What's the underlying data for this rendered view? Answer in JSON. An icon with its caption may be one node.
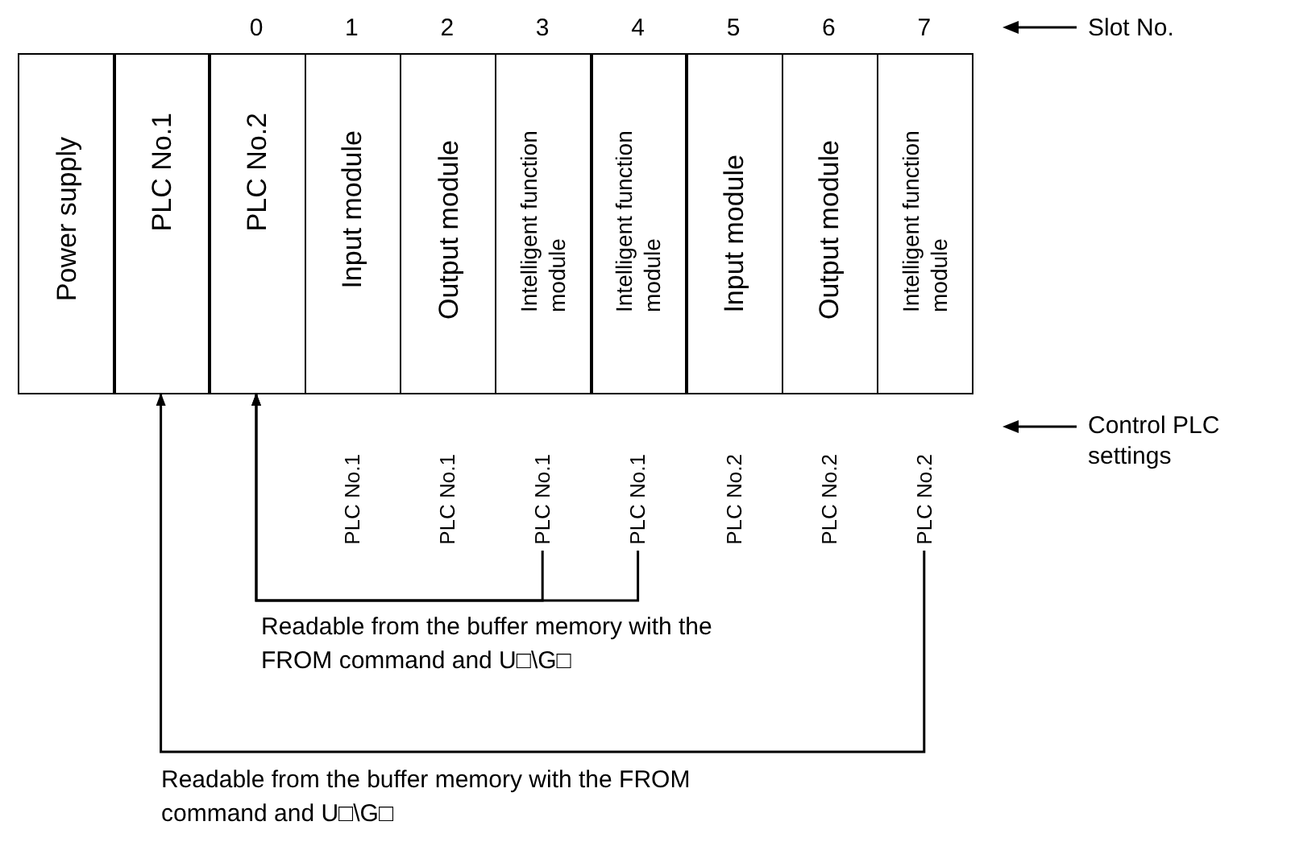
{
  "diagram": {
    "nodes": [
      {
        "text": [
          "Power supply"
        ]
      },
      {
        "text": [
          "PLC No.1"
        ]
      },
      {
        "text": [
          "PLC No.2"
        ],
        "beside": [
          "0"
        ]
      },
      {
        "text": [
          "Input module"
        ],
        "beside": [
          "1"
        ]
      },
      {
        "text": [
          "Output module"
        ],
        "beside": [
          "2"
        ]
      },
      {
        "text": [
          "Intelligent function module"
        ],
        "beside": [
          "3"
        ]
      },
      {
        "text": [
          "Intelligent function module"
        ],
        "beside": [
          "4"
        ]
      },
      {
        "text": [
          "Input module"
        ],
        "beside": [
          "5"
        ]
      },
      {
        "text": [
          "Output module"
        ],
        "beside": [
          "6"
        ]
      },
      {
        "text": [
          "Intelligent function module"
        ],
        "beside": [
          "7"
        ]
      },
      {
        "text": [
          "PLC No.1"
        ]
      },
      {
        "text": [
          "PLC No.1"
        ]
      },
      {
        "text": [
          "PLC No.1"
        ]
      },
      {
        "text": [
          "PLC No.1"
        ]
      },
      {
        "text": [
          "PLC No.2"
        ]
      },
      {
        "text": [
          "PLC No.2"
        ]
      },
      {
        "text": [
          "PLC No.2"
        ]
      }
    ],
    "edges": [
      {
        "from": 12,
        "to": 2,
        "arrow": "to"
      },
      {
        "from": 13,
        "to": 2,
        "arrow": "to"
      },
      {
        "from": 16,
        "to": 1,
        "arrow": "to"
      }
    ],
    "labels": [
      "Slot No.",
      "Control PLC settings",
      "Readable from the buffer memory with the FROM command and U□\\G□",
      "Readable from the buffer memory with the FROM command and U□\\G□"
    ]
  }
}
